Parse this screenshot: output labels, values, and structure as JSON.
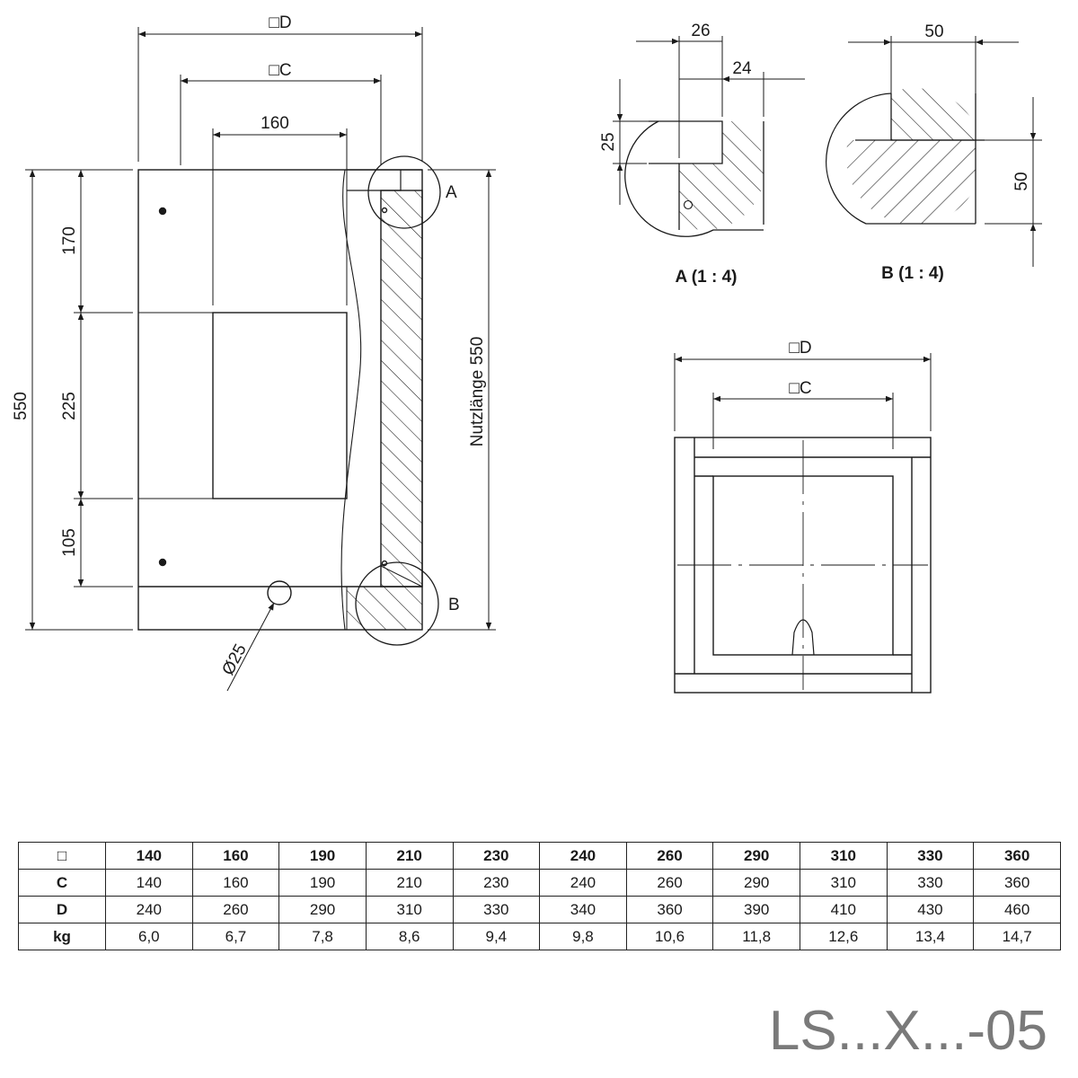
{
  "dimensions": {
    "side_view": {
      "sq_d": "□D",
      "sq_c": "□C",
      "width_160": "160",
      "height_170": "170",
      "height_225": "225",
      "height_105": "105",
      "total_550": "550",
      "usable": "Nutzlänge 550",
      "hole": "Ø25"
    },
    "detail_a": {
      "w26": "26",
      "w24": "24",
      "h25": "25"
    },
    "detail_b": {
      "w50": "50",
      "h50": "50"
    },
    "front_view": {
      "sq_d": "□D",
      "sq_c": "□C"
    }
  },
  "labels": {
    "marker_a": "A",
    "marker_b": "B",
    "detail_a_title": "A (1 : 4)",
    "detail_b_title": "B (1 : 4)"
  },
  "table": {
    "header": [
      "□",
      "140",
      "160",
      "190",
      "210",
      "230",
      "240",
      "260",
      "290",
      "310",
      "330",
      "360"
    ],
    "rows": [
      [
        "C",
        "140",
        "160",
        "190",
        "210",
        "230",
        "240",
        "260",
        "290",
        "310",
        "330",
        "360"
      ],
      [
        "D",
        "240",
        "260",
        "290",
        "310",
        "330",
        "340",
        "360",
        "390",
        "410",
        "430",
        "460"
      ],
      [
        "kg",
        "6,0",
        "6,7",
        "7,8",
        "8,6",
        "9,4",
        "9,8",
        "10,6",
        "11,8",
        "12,6",
        "13,4",
        "14,7"
      ]
    ]
  },
  "product_code": "LS...X...-05"
}
